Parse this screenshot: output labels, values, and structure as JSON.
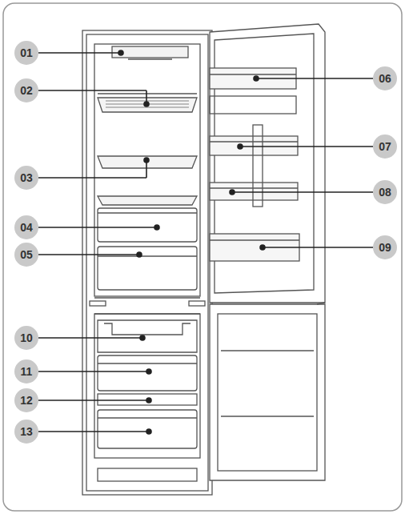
{
  "diagram": {
    "labels": [
      "01",
      "02",
      "03",
      "04",
      "05",
      "06",
      "07",
      "08",
      "09",
      "10",
      "11",
      "12",
      "13"
    ]
  }
}
